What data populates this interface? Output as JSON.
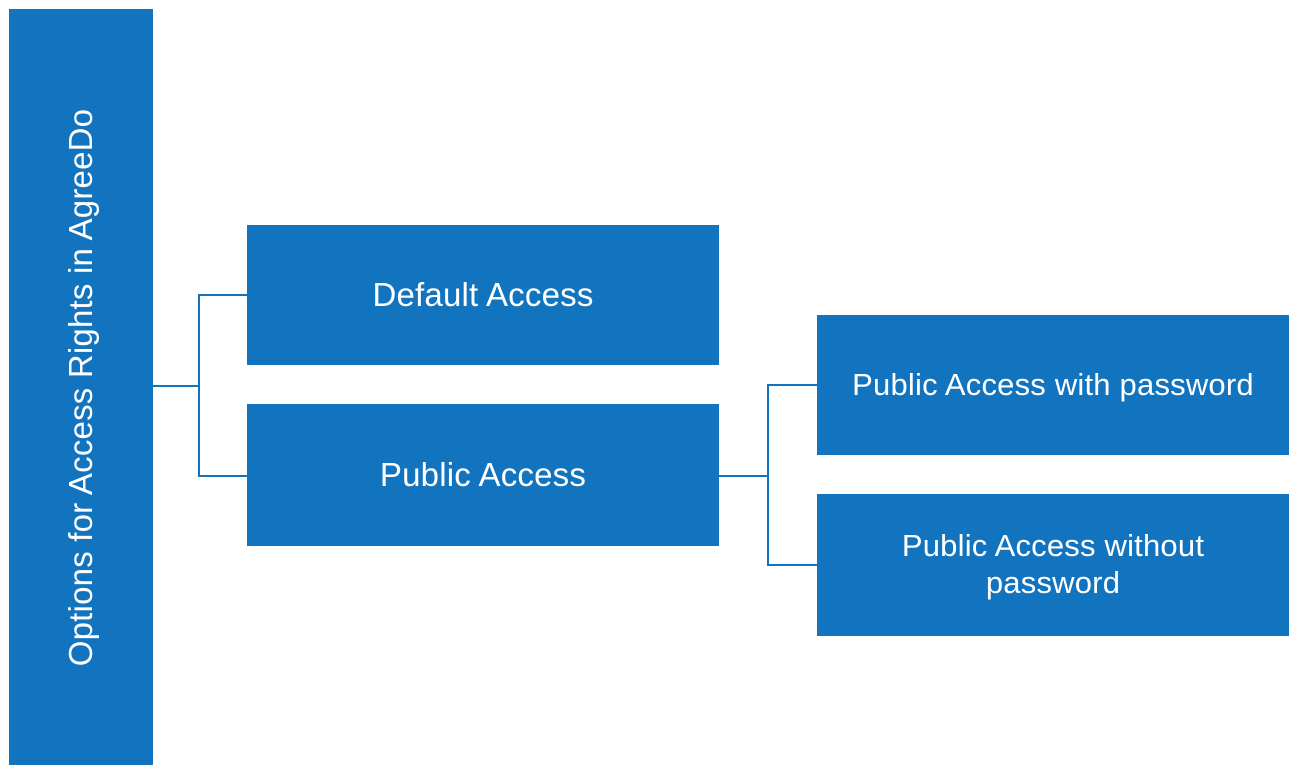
{
  "diagram": {
    "type": "hierarchy-tree",
    "orientation": "left-to-right",
    "accent_color": "#1273BE",
    "text_color": "#FFFFFF",
    "background_color": "#FFFFFF",
    "root": {
      "label": "Options for Access Rights in AgreeDo",
      "orientation": "vertical-rotated-90ccw"
    },
    "level1": [
      {
        "label": "Default Access"
      },
      {
        "label": "Public Access"
      }
    ],
    "level2": [
      {
        "label": "Public Access with password",
        "parent": "Public Access"
      },
      {
        "label": "Public Access without password",
        "parent": "Public Access"
      }
    ]
  }
}
